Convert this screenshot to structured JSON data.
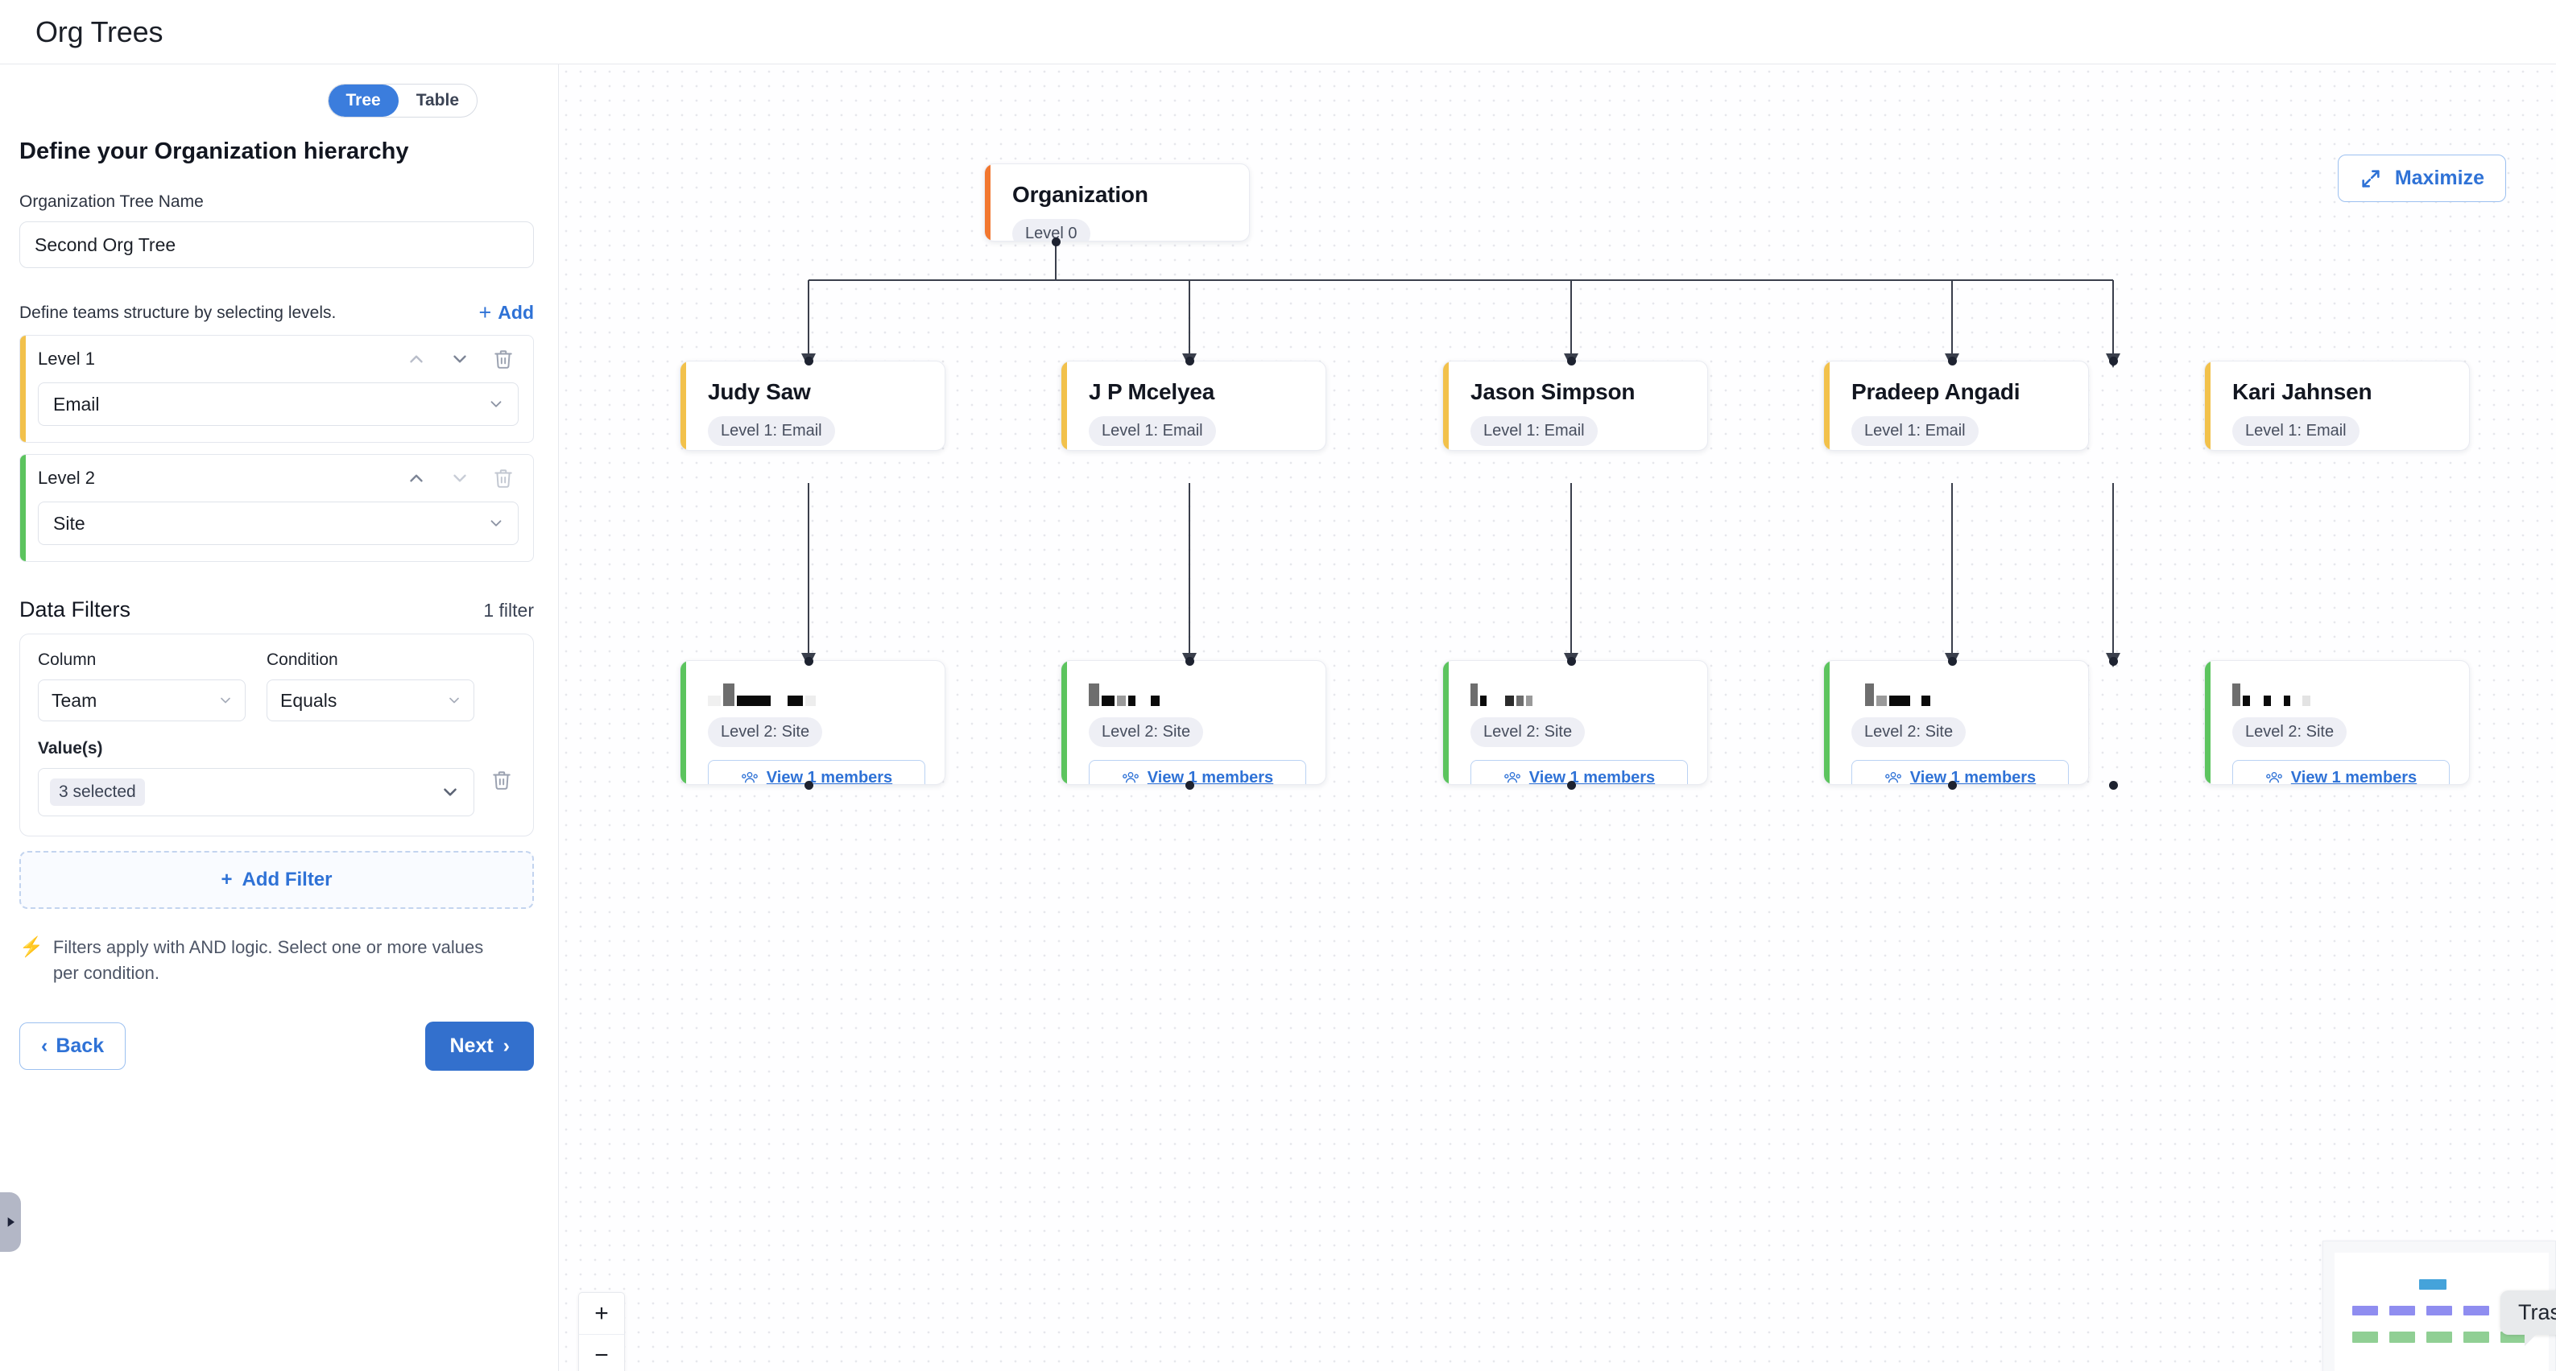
{
  "app": {
    "title": "Org Trees"
  },
  "sidebar": {
    "view_toggle": {
      "options": [
        "Tree",
        "Table"
      ],
      "selected": "Tree"
    },
    "section_title": "Define your Organization hierarchy",
    "tree_name": {
      "label": "Organization Tree Name",
      "value": "Second Org Tree",
      "placeholder": "Organization Tree Name"
    },
    "levels_hint": "Define teams structure by selecting levels.",
    "add_label": "Add",
    "levels": [
      {
        "name": "Level 1",
        "value": "Email",
        "accent": "#f2c14b",
        "icons": {
          "up": "chevron-up-icon",
          "down": "chevron-down-icon",
          "delete": "trash-icon"
        }
      },
      {
        "name": "Level 2",
        "value": "Site",
        "accent": "#5cc45e",
        "icons": {
          "up": "chevron-up-icon",
          "down": "chevron-down-icon",
          "delete": "trash-icon"
        }
      }
    ],
    "filters": {
      "title": "Data Filters",
      "count_label": "1 filter",
      "column_label": "Column",
      "column_value": "Team",
      "condition_label": "Condition",
      "condition_value": "Equals",
      "values_label": "Value(s)",
      "values_chip": "3 selected",
      "add_filter_label": "Add Filter",
      "hint": "Filters apply with AND logic. Select one or more values per condition."
    },
    "nav": {
      "back": "Back",
      "next": "Next"
    }
  },
  "canvas": {
    "maximize_label": "Maximize",
    "zoom_controls": {
      "zoom_in": "+",
      "zoom_out": "−",
      "fit": "fit-view-icon"
    },
    "minimap": {
      "trash_tooltip": "Trash"
    }
  },
  "chart_data": {
    "type": "tree",
    "title": "Second Org Tree",
    "levels": [
      {
        "level": 0,
        "badge": "Level 0",
        "accent": "#f2772f"
      },
      {
        "level": 1,
        "badge": "Level 1: Email",
        "accent": "#f2c14b"
      },
      {
        "level": 2,
        "badge": "Level 2: Site",
        "accent": "#5cc45e"
      }
    ],
    "root": {
      "id": "org",
      "title": "Organization",
      "badge": "Level 0"
    },
    "level1": [
      {
        "id": "n1",
        "title": "Judy Saw",
        "badge": "Level 1: Email"
      },
      {
        "id": "n2",
        "title": "J P Mcelyea",
        "badge": "Level 1: Email"
      },
      {
        "id": "n3",
        "title": "Jason Simpson",
        "badge": "Level 1: Email"
      },
      {
        "id": "n4",
        "title": "Pradeep Angadi",
        "badge": "Level 1: Email"
      },
      {
        "id": "n5",
        "title": "Kari Jahnsen",
        "badge": "Level 1: Email"
      }
    ],
    "level2": [
      {
        "id": "s1",
        "parent": "n1",
        "title_redacted": true,
        "badge": "Level 2: Site",
        "members_label": "View 1 members"
      },
      {
        "id": "s2",
        "parent": "n2",
        "title_redacted": true,
        "badge": "Level 2: Site",
        "members_label": "View 1 members"
      },
      {
        "id": "s3",
        "parent": "n3",
        "title_redacted": true,
        "badge": "Level 2: Site",
        "members_label": "View 1 members"
      },
      {
        "id": "s4",
        "parent": "n4",
        "title_redacted": true,
        "badge": "Level 2: Site",
        "members_label": "View 1 members"
      },
      {
        "id": "s5",
        "parent": "n5",
        "title_redacted": true,
        "badge": "Level 2: Site",
        "members_label": "View 1 members"
      }
    ],
    "edges": [
      {
        "from": "org",
        "to": "n1"
      },
      {
        "from": "org",
        "to": "n2"
      },
      {
        "from": "org",
        "to": "n3"
      },
      {
        "from": "org",
        "to": "n4"
      },
      {
        "from": "org",
        "to": "n5"
      },
      {
        "from": "n1",
        "to": "s1"
      },
      {
        "from": "n2",
        "to": "s2"
      },
      {
        "from": "n3",
        "to": "s3"
      },
      {
        "from": "n4",
        "to": "s4"
      },
      {
        "from": "n5",
        "to": "s5"
      }
    ]
  },
  "colors": {
    "accent_blue": "#3370cd",
    "link_blue": "#2f72d6",
    "level0": "#f2772f",
    "level1": "#f2c14b",
    "level2": "#5cc45e",
    "minimap_root": "#45a3da",
    "minimap_l1": "#8f8df0",
    "minimap_l2": "#90cf94"
  }
}
